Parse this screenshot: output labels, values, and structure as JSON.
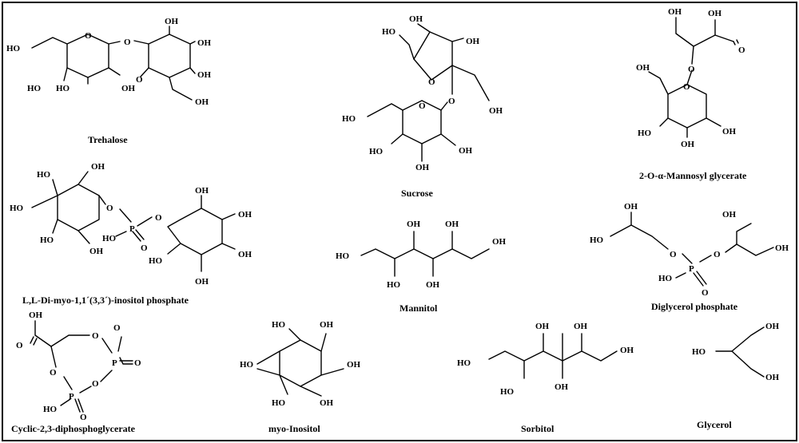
{
  "figure": {
    "compounds": [
      {
        "key": "trehalose",
        "name": "Trehalose",
        "atoms": [
          "HO",
          "O",
          "O",
          "OH",
          "HO",
          "OH",
          "OH",
          "HO",
          "OH",
          "O",
          "OH"
        ]
      },
      {
        "key": "sucrose",
        "name": "Sucrose",
        "atoms": [
          "OH",
          "HO",
          "OH",
          "O",
          "OH",
          "O",
          "HO",
          "O",
          "HO",
          "OH",
          "OH"
        ]
      },
      {
        "key": "mannosyl_glycerate",
        "name": "2-O-α-Mannosyl glycerate",
        "atoms": [
          "OH",
          "OH",
          "O",
          "OH",
          "O",
          "O",
          "HO",
          "OH",
          "OH"
        ]
      },
      {
        "key": "di_myo_inositol_phosphate",
        "name": "L,L-Di-myo-1,1´(3,3´)-inositol phosphate",
        "atoms": [
          "HO",
          "OH",
          "HO",
          "O",
          "OH",
          "P",
          "O",
          "OH",
          "HO",
          "O",
          "HO",
          "OH",
          "HO",
          "OH",
          "OH"
        ]
      },
      {
        "key": "mannitol",
        "name": "Mannitol",
        "atoms": [
          "OH",
          "OH",
          "OH",
          "HO",
          "HO",
          "OH"
        ]
      },
      {
        "key": "diglycerol_phosphate",
        "name": "Diglycerol phosphate",
        "atoms": [
          "OH",
          "OH",
          "HO",
          "O",
          "P",
          "O",
          "HO",
          "O",
          "OH"
        ]
      },
      {
        "key": "cyclic_diphosphoglycerate",
        "name": "Cyclic-2,3-diphosphoglycerate",
        "atoms": [
          "OH",
          "O",
          "O",
          "O",
          "P",
          "O",
          "O",
          "P",
          "O",
          "HO",
          "O"
        ]
      },
      {
        "key": "myo_inositol",
        "name": "myo-Inositol",
        "atoms": [
          "HO",
          "OH",
          "HO",
          "OH",
          "HO",
          "OH"
        ]
      },
      {
        "key": "sorbitol",
        "name": "Sorbitol",
        "atoms": [
          "OH",
          "OH",
          "OH",
          "HO",
          "HO",
          "OH"
        ]
      },
      {
        "key": "glycerol",
        "name": "Glycerol",
        "atoms": [
          "OH",
          "HO",
          "OH"
        ]
      }
    ]
  }
}
